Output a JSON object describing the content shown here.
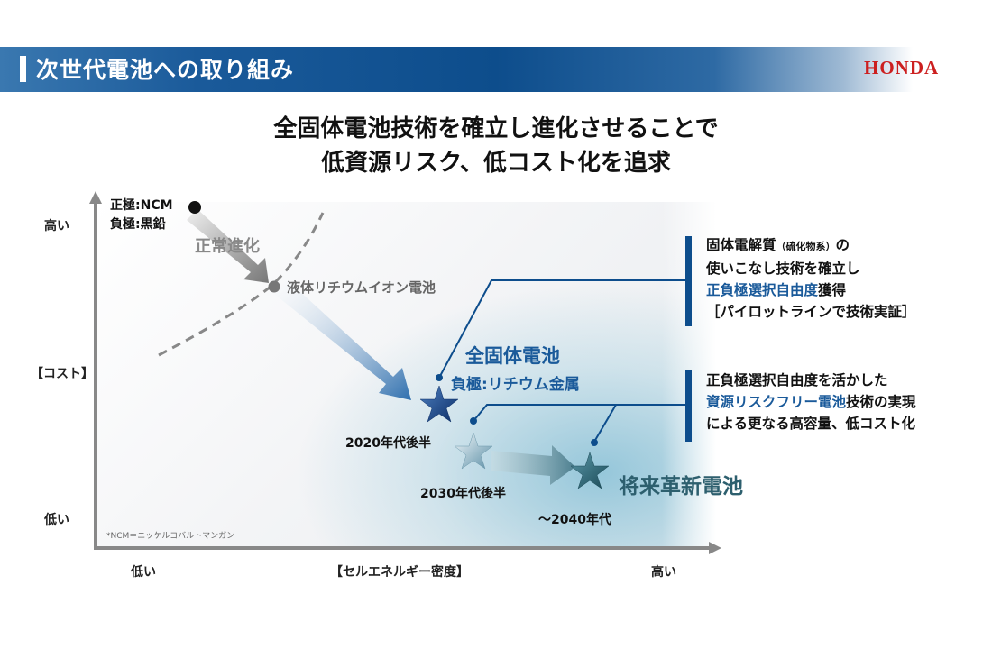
{
  "header": {
    "title": "次世代電池への取り組み",
    "logo": "HONDA",
    "brand_color": "#cc1f1f",
    "band_color": "#0d4d8c"
  },
  "headline": {
    "line1": "全固体電池技術を確立し進化させることで",
    "line2": "低資源リスク、低コスト化を追求"
  },
  "axes": {
    "y_label": "【コスト】",
    "y_high": "高い",
    "y_low": "低い",
    "x_label": "【セルエネルギー密度】",
    "x_low": "低い",
    "x_high": "高い"
  },
  "points": {
    "start": {
      "line1": "正極:NCM",
      "line2": "負極:黒鉛"
    },
    "evolution_label": "正常進化",
    "liquid": "液体リチウムイオン電池",
    "solid_state": {
      "title": "全固体電池",
      "subtitle": "負極:リチウム金属",
      "year": "2020年代後半"
    },
    "mid": {
      "year": "2030年代後半"
    },
    "future": {
      "title": "将来革新電池",
      "year": "〜2040年代"
    }
  },
  "callouts": {
    "top": {
      "l1a": "固体電解質",
      "l1b": "（硫化物系）",
      "l1c": "の",
      "l2": "使いこなし技術を確立し",
      "l3a": "正負極選択自由度",
      "l3b": "獲得",
      "l4": "［パイロットラインで技術実証］"
    },
    "bottom": {
      "l1": "正負極選択自由度を活かした",
      "l2a": "資源リスクフリー電池",
      "l2b": "技術の実現",
      "l3": "による更なる高容量、低コスト化"
    }
  },
  "footnote": "*NCM＝ニッケルコバルトマンガン",
  "colors": {
    "accent_blue": "#1a5a9a",
    "teal": "#2d5f6e",
    "axis_gray": "#888888"
  }
}
